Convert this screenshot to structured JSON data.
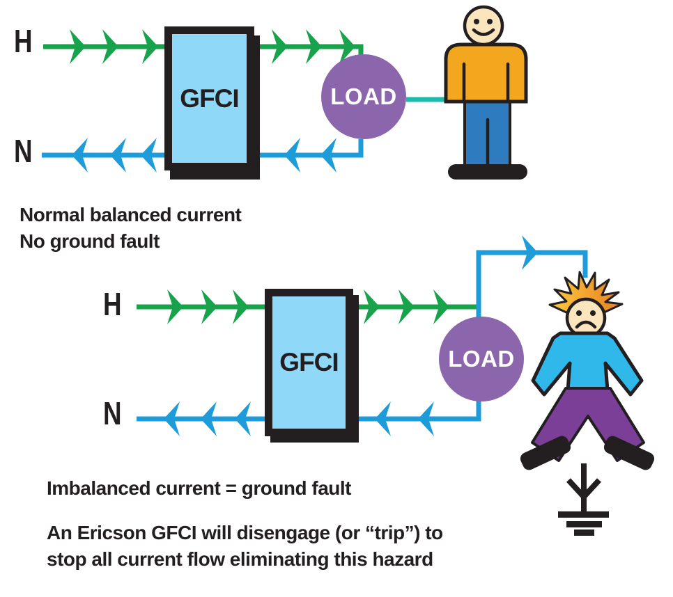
{
  "colors": {
    "green": "#17A24B",
    "blue": "#1E9CD9",
    "teal": "#1ABCAC",
    "gfci_fill": "#8FD8F7",
    "load_purple": "#8B66AC",
    "outline": "#231F20",
    "text": "#231F20",
    "skin": "#FAE5BD",
    "shirt_happy": "#F3A71F",
    "pants_happy": "#2E7CBF",
    "shirt_shocked": "#2FB8E9",
    "pants_shocked": "#7B3F98",
    "hair_yellow": "#FCCB3E",
    "hair_orange": "#E87F22",
    "white": "#FFFFFF"
  },
  "icons": {
    "current-arrow": "solid notched triangle arrowhead on wire",
    "happy-person": "cartoon person, smiling face",
    "shocked-person": "cartoon person, frown and spiked hair",
    "ground-symbol": "earth ground schematic symbol"
  },
  "top_diagram": {
    "hot_label": "H",
    "neutral_label": "N",
    "gfci_label": "GFCI",
    "load_label": "LOAD",
    "caption_line1": "Normal balanced current",
    "caption_line2": "No ground fault"
  },
  "bottom_diagram": {
    "hot_label": "H",
    "neutral_label": "N",
    "gfci_label": "GFCI",
    "load_label": "LOAD",
    "caption": "Imbalanced current = ground fault"
  },
  "footer": {
    "line1": "An Ericson GFCI will disengage (or “trip”) to",
    "line2": "stop all current flow eliminating this hazard"
  }
}
